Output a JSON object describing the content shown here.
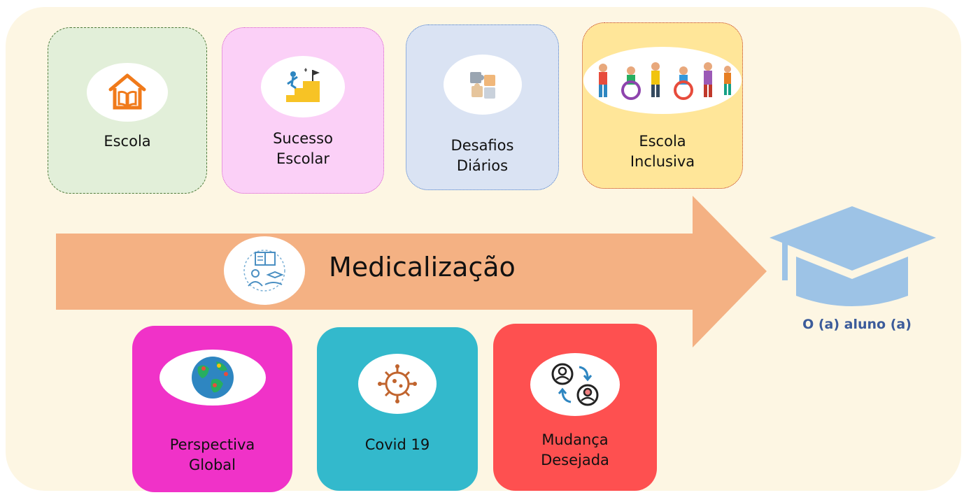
{
  "top_cards": [
    {
      "label": "Escola",
      "icon": "school-book-icon",
      "color": "#e2efd9",
      "border": "#4f7a3a"
    },
    {
      "label": "Sucesso\nEscolar",
      "icon": "success-stairs-icon",
      "color": "#fbd0f7",
      "border": "#d65cc7"
    },
    {
      "label": "Desafios\nDiários",
      "icon": "puzzle-icon",
      "color": "#dae3f3",
      "border": "#4a7cc7"
    },
    {
      "label": "Escola\nInclusiva",
      "icon": "inclusive-children-icon",
      "color": "#ffe699",
      "border": "#c0392b"
    }
  ],
  "bottom_cards": [
    {
      "label": "Perspectiva\nGlobal",
      "icon": "globe-icon",
      "color": "#f032c8"
    },
    {
      "label": "Covid 19",
      "icon": "virus-icon",
      "color": "#33b9cc"
    },
    {
      "label": "Mudança\nDesejada",
      "icon": "people-exchange-icon",
      "color": "#fe5050"
    }
  ],
  "arrow": {
    "label": "Medicalização",
    "icon": "education-hand-icon",
    "color": "#f4b183"
  },
  "student": {
    "label": "O (a) aluno (a)",
    "icon": "graduation-cap-icon",
    "color": "#9dc3e6"
  }
}
